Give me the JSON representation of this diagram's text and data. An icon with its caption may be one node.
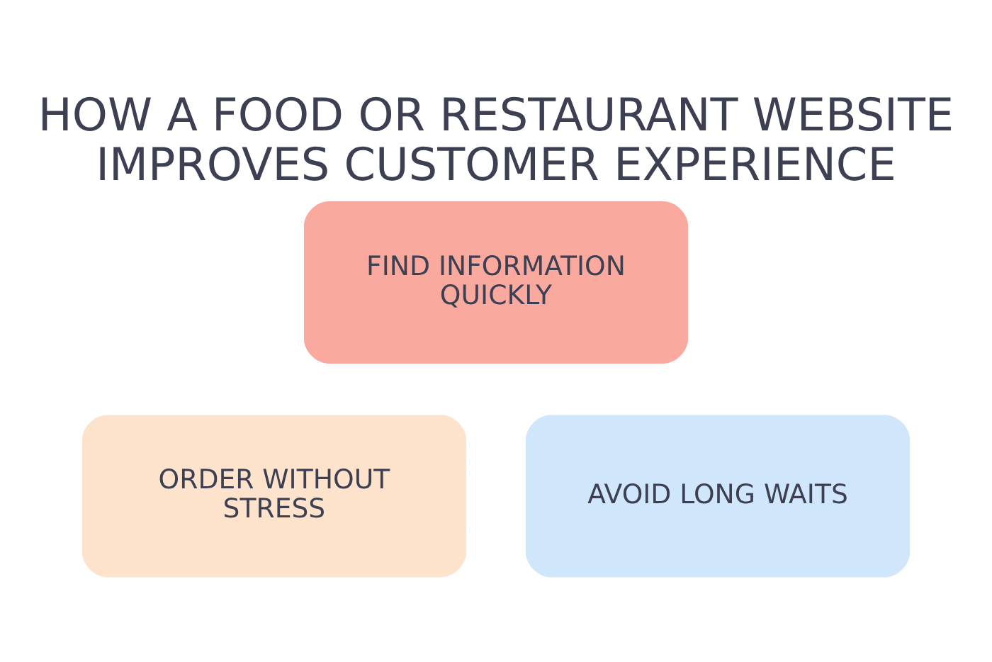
{
  "diagram": {
    "title": "HOW A FOOD OR RESTAURANT WEBSITE IMPROVES CUSTOMER EXPERIENCE",
    "nodes": [
      {
        "text": [
          "FIND INFORMATION QUICKLY"
        ]
      },
      {
        "text": [
          "ORDER WITHOUT STRESS"
        ]
      },
      {
        "text": [
          "AVOID LONG WAITS"
        ]
      }
    ],
    "edges": []
  }
}
